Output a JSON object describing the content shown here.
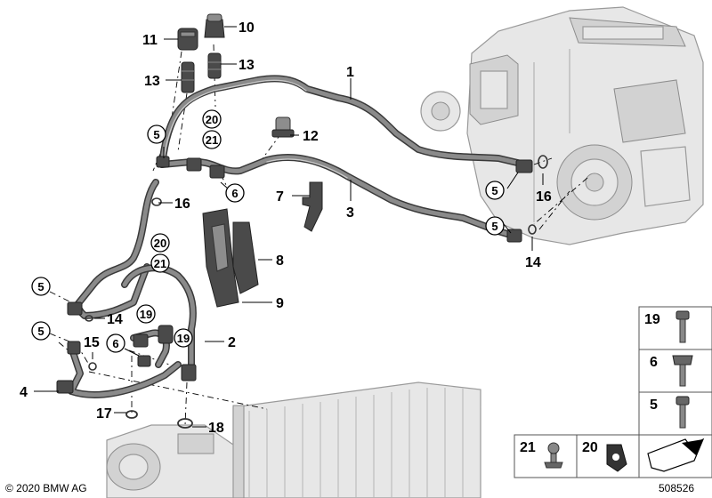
{
  "diagram": {
    "labels": {
      "p1": "1",
      "p2": "2",
      "p3": "3",
      "p4": "4",
      "p5a": "5",
      "p5b": "5",
      "p5c": "5",
      "p5d": "5",
      "p5e": "5",
      "p6a": "6",
      "p6b": "6",
      "p7": "7",
      "p8": "8",
      "p9": "9",
      "p10": "10",
      "p11": "11",
      "p12": "12",
      "p13a": "13",
      "p13b": "13",
      "p14a": "14",
      "p14b": "14",
      "p15": "15",
      "p16a": "16",
      "p16b": "16",
      "p17": "17",
      "p18": "18",
      "p19a": "19",
      "p19b": "19",
      "p20": "20",
      "p20b": "20",
      "p21": "21",
      "p21b": "21"
    },
    "legend": {
      "r19": "19",
      "r6": "6",
      "r5": "5",
      "r21": "21",
      "r20": "20"
    },
    "footer": {
      "copyright": "© 2020 BMW AG",
      "code": "508526"
    }
  }
}
